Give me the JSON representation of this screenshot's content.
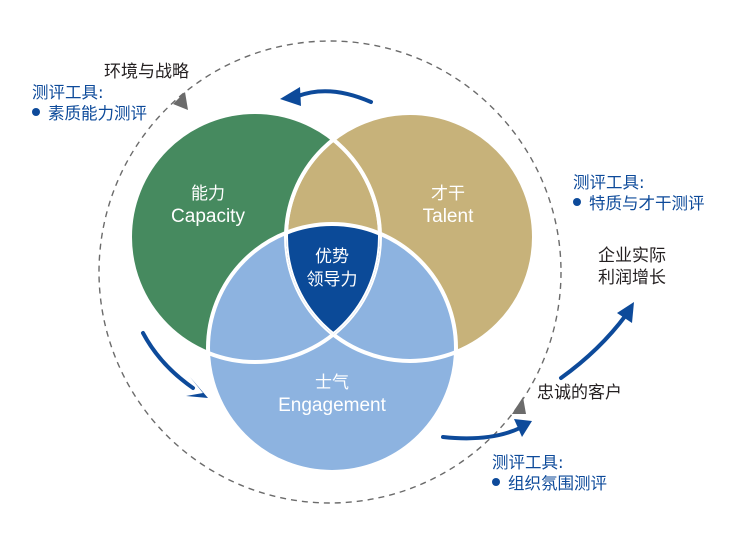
{
  "colors": {
    "capacity": "#468a5f",
    "talent": "#c7b27a",
    "engagement": "#8db3e0",
    "center": "#0b4a98",
    "arrow": "#0d4a9a",
    "dashed": "#6b6b6b",
    "tool_text": "#0d4a9a",
    "dark_text": "#231f20"
  },
  "circles": {
    "capacity": {
      "zh": "能力",
      "en": "Capacity"
    },
    "talent": {
      "zh": "才干",
      "en": "Talent"
    },
    "engagement": {
      "zh": "士气",
      "en": "Engagement"
    },
    "center": {
      "line1": "优势",
      "line2": "领导力"
    }
  },
  "outer_labels": {
    "environment": "环境与战略",
    "loyal_customers": "忠诚的客户",
    "profit_line1": "企业实际",
    "profit_line2": "利润增长"
  },
  "tools": [
    {
      "heading": "测评工具:",
      "item": "素质能力测评"
    },
    {
      "heading": "测评工具:",
      "item": "特质与才干测评"
    },
    {
      "heading": "测评工具:",
      "item": "组织氛围测评"
    }
  ]
}
